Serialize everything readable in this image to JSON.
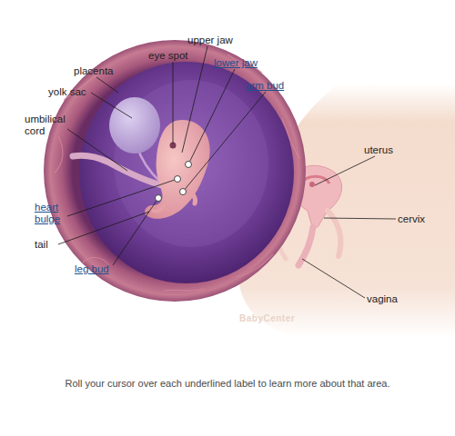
{
  "diagram": {
    "caption": "Roll your cursor over each underlined label to learn more about that area.",
    "labels": [
      "upper jaw",
      "eye spot",
      "lower jaw",
      "placenta",
      "arm bud",
      "yolk sac",
      "umbilical cord",
      "uterus",
      "heart bulge",
      "cervix",
      "tail",
      "leg bud",
      "vagina",
      "BabyCenter"
    ]
  }
}
